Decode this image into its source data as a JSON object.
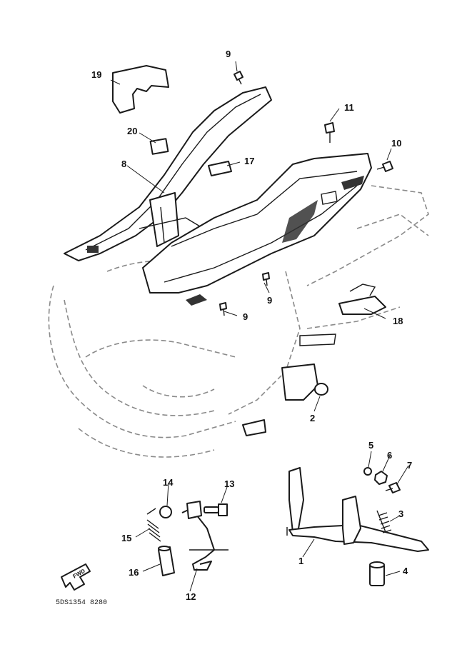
{
  "callouts": [
    {
      "id": "c19",
      "label": "19"
    },
    {
      "id": "c9a",
      "label": "9"
    },
    {
      "id": "c20",
      "label": "20"
    },
    {
      "id": "c11",
      "label": "11"
    },
    {
      "id": "c10",
      "label": "10"
    },
    {
      "id": "c8",
      "label": "8"
    },
    {
      "id": "c17",
      "label": "17"
    },
    {
      "id": "c9b",
      "label": "9"
    },
    {
      "id": "c9c",
      "label": "9"
    },
    {
      "id": "c18",
      "label": "18"
    },
    {
      "id": "c2",
      "label": "2"
    },
    {
      "id": "c5",
      "label": "5"
    },
    {
      "id": "c6",
      "label": "6"
    },
    {
      "id": "c7",
      "label": "7"
    },
    {
      "id": "c14",
      "label": "14"
    },
    {
      "id": "c13",
      "label": "13"
    },
    {
      "id": "c3",
      "label": "3"
    },
    {
      "id": "c15",
      "label": "15"
    },
    {
      "id": "c1",
      "label": "1"
    },
    {
      "id": "c4",
      "label": "4"
    },
    {
      "id": "c16",
      "label": "16"
    },
    {
      "id": "c12",
      "label": "12"
    }
  ],
  "front_arrow_label": "FWD",
  "drawing_code": "5DS1354 8280"
}
